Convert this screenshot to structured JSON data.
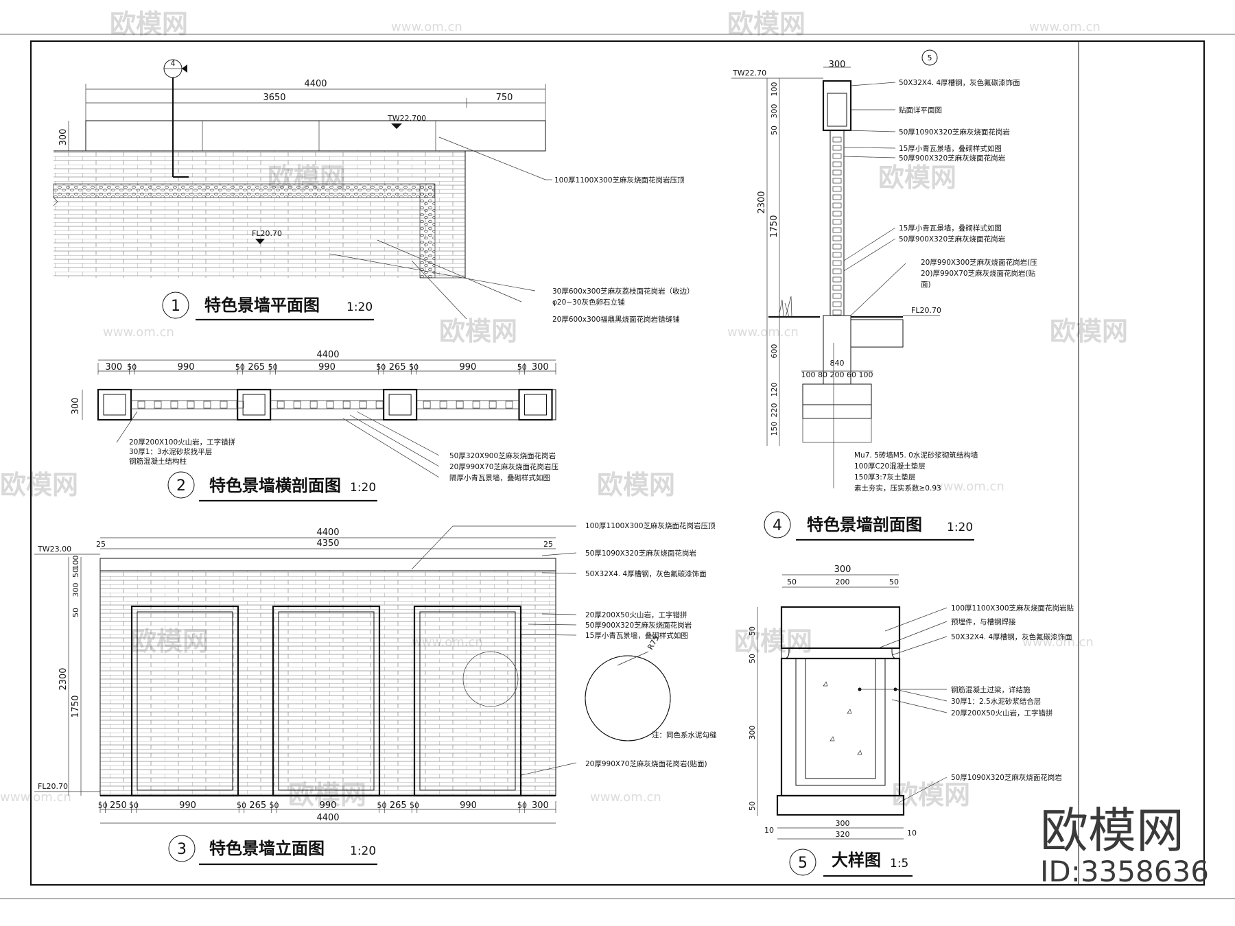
{
  "watermark": {
    "brand": "欧模网",
    "url": "www.om.cn",
    "logo_text": "欧模网",
    "id_text": "ID:3358636"
  },
  "view1": {
    "number": "1",
    "title": "特色景墙平面图",
    "scale": "1:20",
    "dims": {
      "total": "4400",
      "left": "3650",
      "right": "750",
      "height": "300"
    },
    "levels": {
      "top": "TW22.700",
      "floor": "FL20.70"
    },
    "section_mark": "4",
    "annotations": [
      "100厚1100X300芝麻灰烧面花岗岩压顶",
      "30厚600x300芝麻灰荔枝面花岗岩（收边）",
      "φ20~30灰色卵石立铺",
      "20厚600x300福鼎黑烧面花岗岩错缝铺"
    ]
  },
  "view2": {
    "number": "2",
    "title": "特色景墙横剖面图",
    "scale": "1:20",
    "dims": {
      "total": "4400",
      "segments": [
        "300",
        "50",
        "990",
        "50",
        "265",
        "50",
        "990",
        "50",
        "265",
        "50",
        "990",
        "50",
        "300"
      ],
      "height": "300"
    },
    "annotations": [
      "20厚200X100火山岩，工字错拼",
      "30厚1：3水泥砂浆找平层",
      "钢筋混凝土结构柱",
      "50厚320X900芝麻灰烧面花岗岩",
      "20厚990X70芝麻灰烧面花岗岩压",
      "隔厚小青瓦景墙，叠砌样式如图"
    ]
  },
  "view3": {
    "number": "3",
    "title": "特色景墙立面图",
    "scale": "1:20",
    "dims": {
      "total": "4400",
      "inner": "4350",
      "edge": "25",
      "bottom": [
        "50",
        "250",
        "50",
        "990",
        "50",
        "265",
        "50",
        "990",
        "50",
        "265",
        "50",
        "990",
        "50",
        "300"
      ],
      "side": [
        "2300",
        "1750",
        "50",
        "300",
        "50",
        "100"
      ]
    },
    "levels": {
      "top": "TW23.00",
      "floor": "FL20.70"
    },
    "annotations": [
      "100厚1100X300芝麻灰烧面花岗岩压顶",
      "50厚1090X320芝麻灰烧面花岗岩",
      "50X32X4. 4厚槽钢，灰色氟碳漆饰面",
      "20厚200X50火山岩，工字错拼",
      "50厚900X320芝麻灰烧面花岗岩",
      "15厚小青瓦景墙，叠砌样式如图",
      "20厚990X70芝麻灰烧面花岗岩(贴面)"
    ],
    "detail_note": "注：同色系水泥勾缝",
    "detail_radius": "R75"
  },
  "view4": {
    "number": "4",
    "title": "特色景墙剖面图",
    "scale": "1:20",
    "section_mark": "5",
    "levels": {
      "top": "TW22.70",
      "floor": "FL20.70"
    },
    "dims": {
      "top": "300",
      "left": [
        "100",
        "300",
        "50",
        "2300",
        "1750",
        "600",
        "120",
        "220",
        "150"
      ],
      "footing": "840",
      "footing_parts": "100 80 200 60 100"
    },
    "annotations": [
      "50X32X4. 4厚槽钢，灰色氟碳漆饰面",
      "贴面详平面图",
      "50厚1090X320芝麻灰烧面花岗岩",
      "15厚小青瓦景墙，叠砌样式如图",
      "50厚900X320芝麻灰烧面花岗岩",
      "15厚小青瓦景墙，叠砌样式如图",
      "50厚900X320芝麻灰烧面花岗岩",
      "20厚990X300芝麻灰烧面花岗岩(压",
      "20)厚990X70芝麻灰烧面花岗岩(贴",
      "面)",
      "Mu7. 5砖墙M5. 0水泥砂浆砌筑结构墙",
      "100厚C20混凝土垫层",
      "150厚3:7灰土垫层",
      "素土夯实，压实系数≥0.93"
    ]
  },
  "view5": {
    "number": "5",
    "title": "大样图",
    "scale": "1:5",
    "dims": {
      "top": "300",
      "top_parts": [
        "50",
        "200",
        "50"
      ],
      "side": [
        "50",
        "50",
        "300",
        "50"
      ],
      "bottom": "300",
      "bottom_total": "320",
      "edges": [
        "10",
        "10"
      ]
    },
    "annotations": [
      "100厚1100X300芝麻灰烧面花岗岩贴",
      "预埋件，与槽钢焊接",
      "50X32X4. 4厚槽钢，灰色氟碳漆饰面",
      "钢筋混凝土过梁，详结施",
      "30厚1：2.5水泥砂浆结合层",
      "20厚200X50火山岩，工字错拼",
      "50厚1090X320芝麻灰烧面花岗岩"
    ]
  }
}
